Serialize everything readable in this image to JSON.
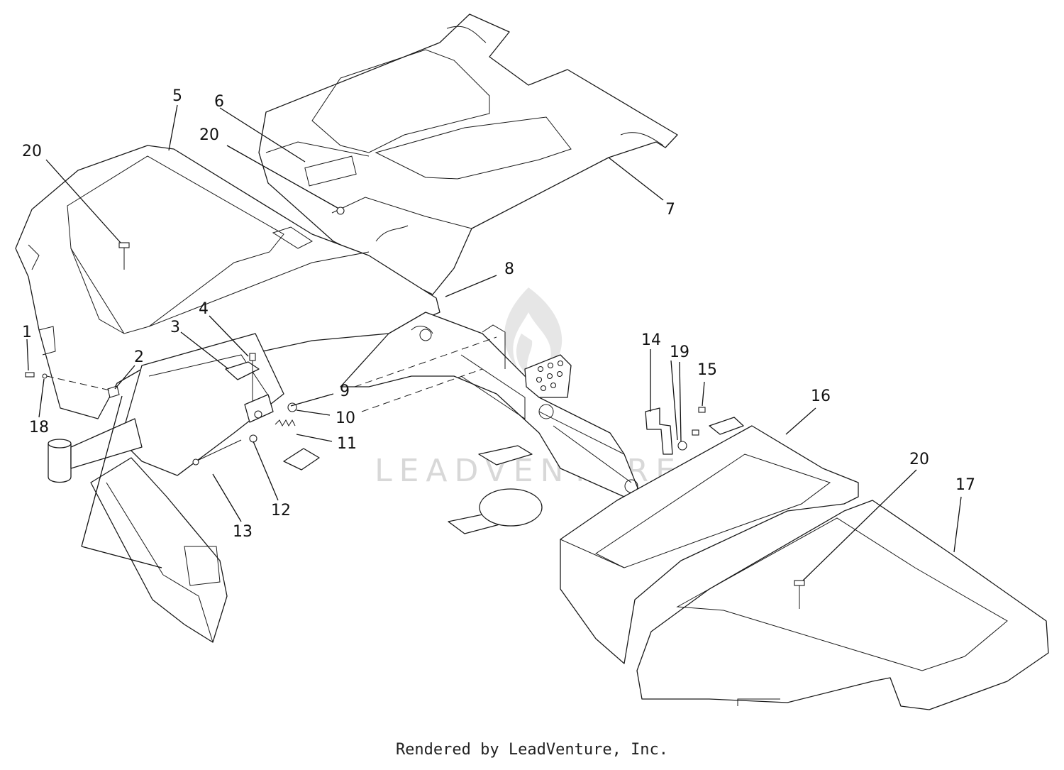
{
  "watermark": "LEADVENTURE",
  "footer": "Rendered by LeadVenture, Inc.",
  "callouts": [
    {
      "id": "c1",
      "label": "1"
    },
    {
      "id": "c2",
      "label": "2"
    },
    {
      "id": "c3",
      "label": "3"
    },
    {
      "id": "c4",
      "label": "4"
    },
    {
      "id": "c5",
      "label": "5"
    },
    {
      "id": "c6",
      "label": "6"
    },
    {
      "id": "c7",
      "label": "7"
    },
    {
      "id": "c8",
      "label": "8"
    },
    {
      "id": "c9",
      "label": "9"
    },
    {
      "id": "c10",
      "label": "10"
    },
    {
      "id": "c11",
      "label": "11"
    },
    {
      "id": "c12",
      "label": "12"
    },
    {
      "id": "c13",
      "label": "13"
    },
    {
      "id": "c14",
      "label": "14"
    },
    {
      "id": "c15",
      "label": "15"
    },
    {
      "id": "c16",
      "label": "16"
    },
    {
      "id": "c17",
      "label": "17"
    },
    {
      "id": "c18",
      "label": "18"
    },
    {
      "id": "c19",
      "label": "19"
    },
    {
      "id": "c20a",
      "label": "20"
    },
    {
      "id": "c20b",
      "label": "20"
    },
    {
      "id": "c20c",
      "label": "20"
    }
  ]
}
